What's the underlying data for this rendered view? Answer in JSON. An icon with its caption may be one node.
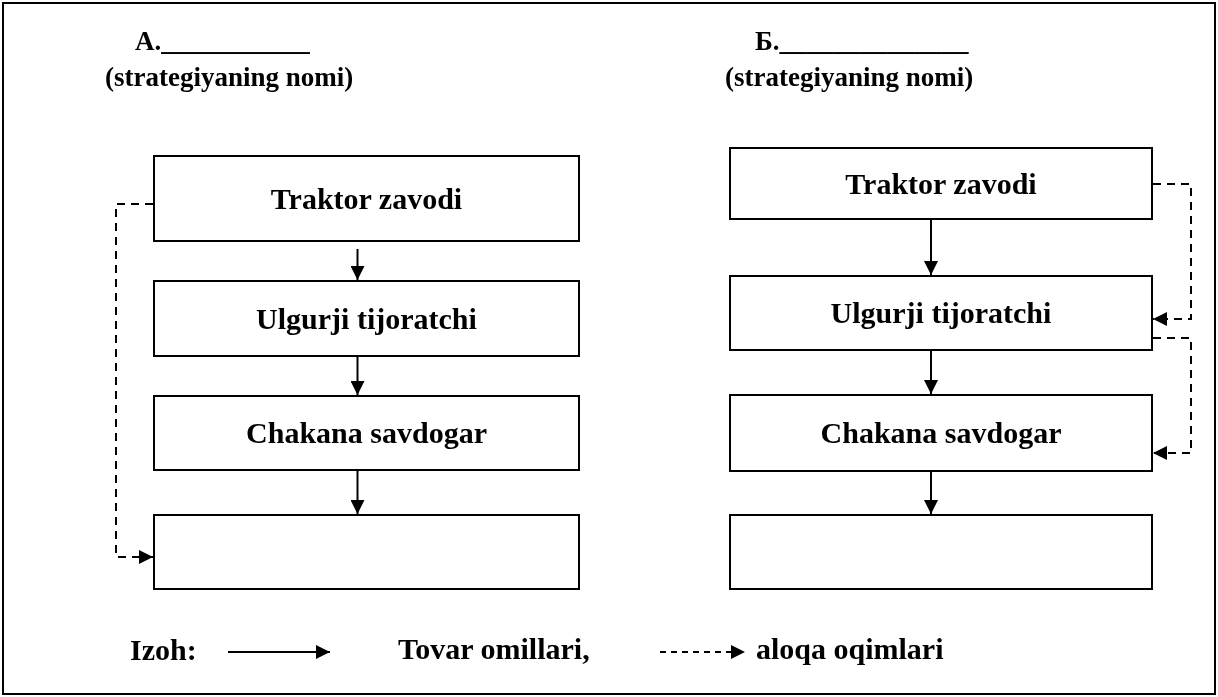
{
  "diagram": {
    "nodes": [
      {
        "text": [
          "Traktor zavodi"
        ]
      },
      {
        "text": [
          "Ulgurji tijoratchi"
        ]
      },
      {
        "text": [
          "Chakana savdogar"
        ]
      },
      {
        "text": [],
        "shape": "box"
      },
      {
        "text": [
          "Traktor zavodi"
        ]
      },
      {
        "text": [
          "Ulgurji tijoratchi"
        ]
      },
      {
        "text": [
          "Chakana savdogar"
        ]
      },
      {
        "text": [],
        "shape": "box"
      }
    ],
    "edges": [
      {
        "from": 0,
        "to": 1,
        "arrow": "to"
      },
      {
        "from": 1,
        "to": 2,
        "arrow": "to"
      },
      {
        "from": 2,
        "to": 3,
        "arrow": "to"
      },
      {
        "from": 0,
        "to": 3,
        "arrow": "to",
        "style": "dashed"
      },
      {
        "from": 4,
        "to": 5,
        "arrow": "to"
      },
      {
        "from": 5,
        "to": 6,
        "arrow": "to"
      },
      {
        "from": 6,
        "to": 7,
        "arrow": "to"
      },
      {
        "from": 4,
        "to": 5,
        "arrow": "to",
        "style": "dashed"
      },
      {
        "from": 5,
        "to": 6,
        "arrow": "to",
        "style": "dashed"
      }
    ],
    "labels": [
      "А.___________",
      "Б.______________",
      "(strategiyaning nomi)",
      "(strategiyaning nomi)",
      "Izoh:"
    ],
    "legend": [
      {
        "text": "Tovar omillari,"
      },
      {
        "text": "aloqa oqimlari"
      }
    ]
  }
}
